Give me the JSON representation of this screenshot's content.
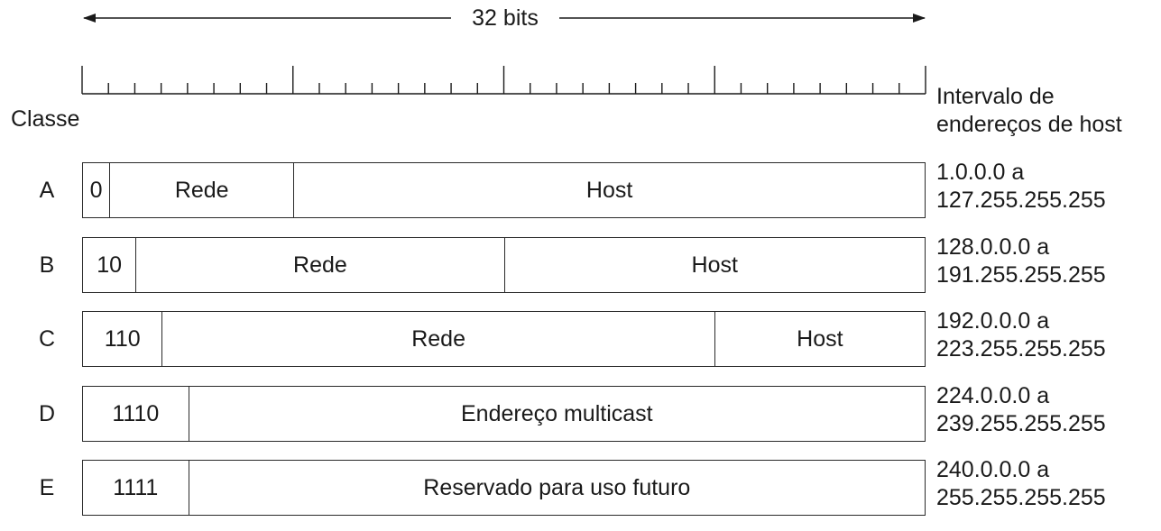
{
  "header": {
    "bits_label": "32 bits",
    "classe_label": "Classe",
    "range_header": "Intervalo de\nendereços de host"
  },
  "rows": [
    {
      "class": "A",
      "segments": [
        {
          "label": "0",
          "bits": 1
        },
        {
          "label": "Rede",
          "bits": 7
        },
        {
          "label": "Host",
          "bits": 24
        }
      ],
      "range_start": "1.0.0.0 a",
      "range_end": "127.255.255.255"
    },
    {
      "class": "B",
      "segments": [
        {
          "label": "10",
          "bits": 2
        },
        {
          "label": "Rede",
          "bits": 14
        },
        {
          "label": "Host",
          "bits": 16
        }
      ],
      "range_start": "128.0.0.0 a",
      "range_end": "191.255.255.255"
    },
    {
      "class": "C",
      "segments": [
        {
          "label": "110",
          "bits": 3
        },
        {
          "label": "Rede",
          "bits": 21
        },
        {
          "label": "Host",
          "bits": 8
        }
      ],
      "range_start": "192.0.0.0 a",
      "range_end": "223.255.255.255"
    },
    {
      "class": "D",
      "segments": [
        {
          "label": "1110",
          "bits": 4
        },
        {
          "label": "Endereço multicast",
          "bits": 28
        }
      ],
      "range_start": "224.0.0.0 a",
      "range_end": "239.255.255.255"
    },
    {
      "class": "E",
      "segments": [
        {
          "label": "1111",
          "bits": 4
        },
        {
          "label": "Reservado para uso futuro",
          "bits": 28
        }
      ],
      "range_start": "240.0.0.0 a",
      "range_end": "255.255.255.255"
    }
  ]
}
